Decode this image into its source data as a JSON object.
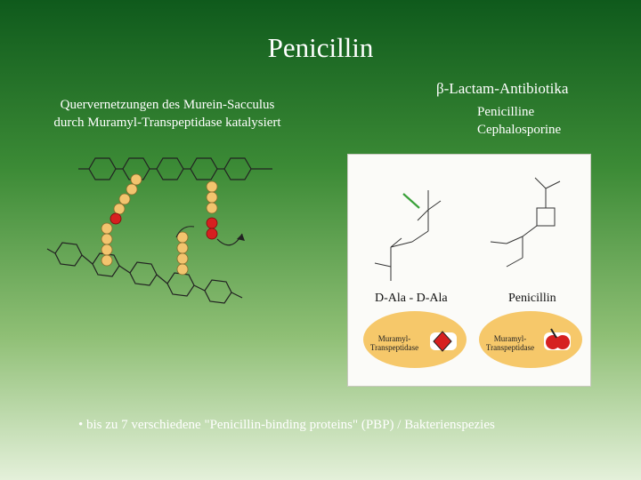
{
  "title": "Penicillin",
  "left_caption": {
    "line1": "Quervernetzungen des Murein-Sacculus",
    "line2": "durch Muramyl-Transpeptidase katalysiert"
  },
  "right": {
    "heading": "β-Lactam-Antibiotika",
    "items": [
      "Penicilline",
      "Cephalosporine"
    ]
  },
  "panel": {
    "left_label": "D-Ala - D-Ala",
    "right_label": "Penicillin",
    "enzyme_left_line1": "Muramyl-",
    "enzyme_left_line2": "Transpeptidase",
    "enzyme_right_line1": "Muramyl-",
    "enzyme_right_line2": "Transpeptidase"
  },
  "bullet": "• bis zu 7 verschiedene \"Penicillin-binding proteins\" (PBP) / Bakterienspezies",
  "colors": {
    "background_top": "#0f5a1c",
    "background_bottom": "#e4f0da",
    "peptide_bead": "#f2c46e",
    "terminal_bead": "#d62020",
    "enzyme_fill": "#f6c86a"
  }
}
